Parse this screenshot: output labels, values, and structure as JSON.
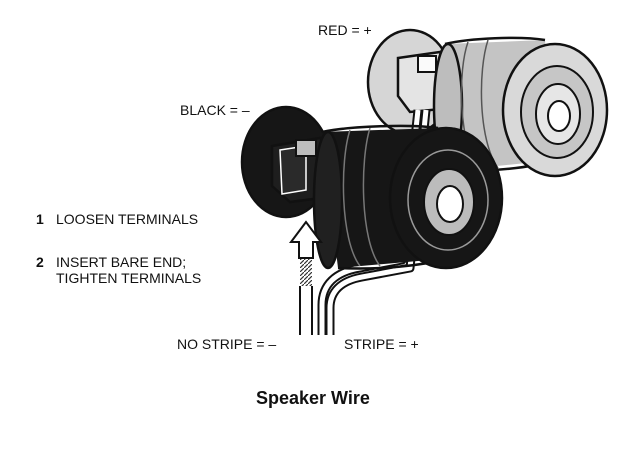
{
  "labels": {
    "red": "RED = +",
    "black": "BLACK = –",
    "no_stripe": "NO STRIPE = –",
    "stripe": "STRIPE = +"
  },
  "steps": [
    {
      "num": "1",
      "text": "LOOSEN TERMINALS"
    },
    {
      "num": "2",
      "text": "INSERT BARE END;\nTIGHTEN TERMINALS"
    }
  ],
  "title": "Speaker Wire",
  "colors": {
    "black_terminal": "#161616",
    "red_terminal": "#c9c9c9",
    "outline": "#111111",
    "wire": "#ffffff"
  }
}
